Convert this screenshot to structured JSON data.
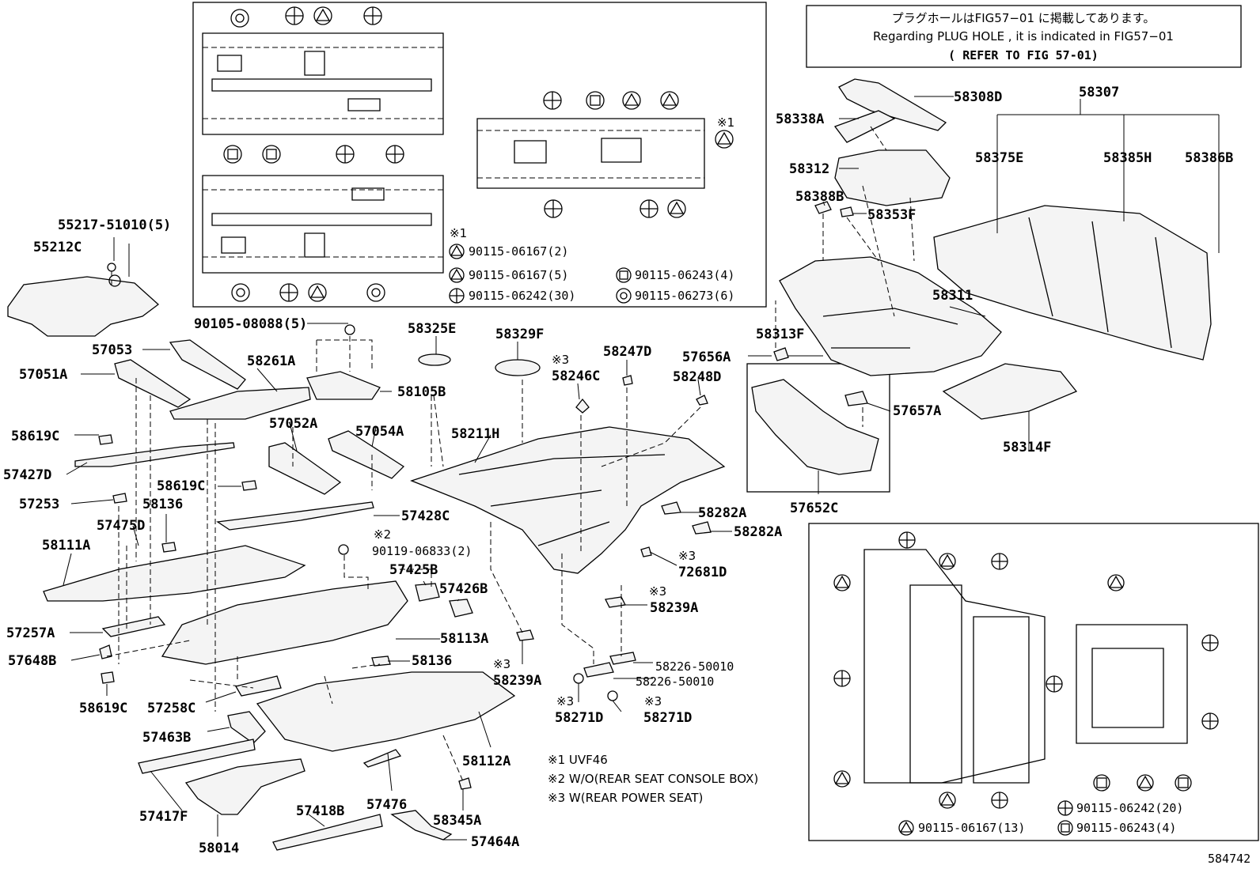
{
  "refer_box": {
    "line1": "プラグホールはFIG57−01 に掲載してあります。",
    "line2": "Regarding  PLUG HOLE , it is indicated in FIG57−01",
    "line3": "( REFER TO FIG 57-01)"
  },
  "top_inset": {
    "mark1": "※1",
    "legend": [
      {
        "symbol": "triangle-icon",
        "prefix": "※1",
        "text": "90115-06167(2)"
      },
      {
        "symbol": "triangle-icon",
        "text": "90115-06167(5)"
      },
      {
        "symbol": "square-icon",
        "text": "90115-06243(4)"
      },
      {
        "symbol": "cross-circle-icon",
        "text": "90115-06242(30)"
      },
      {
        "symbol": "double-circle-icon",
        "text": "90115-06273(6)"
      }
    ]
  },
  "bottom_inset": {
    "legend": [
      {
        "symbol": "cross-circle-icon",
        "text": "90115-06242(20)"
      },
      {
        "symbol": "triangle-icon",
        "text": "90115-06167(13)"
      },
      {
        "symbol": "square-icon",
        "text": "90115-06243(4)"
      }
    ]
  },
  "notes": [
    "※1 UVF46",
    "※2 W/O(REAR SEAT CONSOLE BOX)",
    "※3 W(REAR POWER SEAT)"
  ],
  "figure_number": "584742",
  "parts": {
    "p55217": "55217-51010(5)",
    "p55212c": "55212C",
    "p90105": "90105-08088(5)",
    "p57053": "57053",
    "p57051a": "57051A",
    "p58261a": "58261A",
    "p58105b": "58105B",
    "p58325e": "58325E",
    "p58329f": "58329F",
    "p58246c_mark": "※3",
    "p58246c": "58246C",
    "p58247d": "58247D",
    "p57656a": "57656A",
    "p58248d": "58248D",
    "p58619c_1": "58619C",
    "p57052a": "57052A",
    "p57054a": "57054A",
    "p58211h": "58211H",
    "p57427d": "57427D",
    "p58619c_2": "58619C",
    "p57253": "57253",
    "p57475d": "57475D",
    "p58136_1": "58136",
    "p57428c": "57428C",
    "p58282a_1": "58282A",
    "p58282a_2": "58282A",
    "p58111a": "58111A",
    "p90119_mark": "※2",
    "p90119": "90119-06833(2)",
    "p72681d_mark": "※3",
    "p72681d": "72681D",
    "p57425b": "57425B",
    "p57426b": "57426B",
    "p58239a_1_mark": "※3",
    "p58239a_1": "58239A",
    "p57257a": "57257A",
    "p58113a": "58113A",
    "p57648b": "57648B",
    "p58136_2": "58136",
    "p58239a_2_mark": "※3",
    "p58239a_2": "58239A",
    "p58226_1": "58226-50010",
    "p58226_2": "58226-50010",
    "p58619c_3": "58619C",
    "p57258c": "57258C",
    "p58271d_1_mark": "※3",
    "p58271d_1": "58271D",
    "p58271d_2_mark": "※3",
    "p58271d_2": "58271D",
    "p57463b": "57463B",
    "p58112a": "58112A",
    "p57417f": "57417F",
    "p57476": "57476",
    "p58345a": "58345A",
    "p57418b": "57418B",
    "p58014": "58014",
    "p57464a": "57464A",
    "p58308d": "58308D",
    "p58338a": "58338A",
    "p58307": "58307",
    "p58312": "58312",
    "p58375e": "58375E",
    "p58385h": "58385H",
    "p58386b": "58386B",
    "p58388b": "58388B",
    "p58353f": "58353F",
    "p58311": "58311",
    "p58313f": "58313F",
    "p57657a": "57657A",
    "p58314f": "58314F",
    "p57652c": "57652C"
  }
}
